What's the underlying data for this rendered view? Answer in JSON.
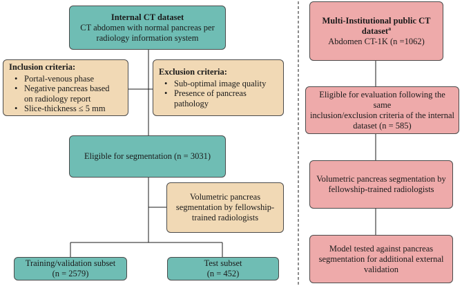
{
  "left": {
    "internal": {
      "title": "Internal CT dataset",
      "lines": [
        "CT abdomen with normal pancreas per",
        "radiology information system"
      ]
    },
    "inclusion": {
      "title": "Inclusion criteria:",
      "items": [
        [
          "Portal-venous phase"
        ],
        [
          "Negative pancreas based",
          "on radiology report"
        ],
        [
          "Slice-thickness ≤ 5 mm"
        ]
      ]
    },
    "exclusion": {
      "title": "Exclusion criteria:",
      "items": [
        [
          "Sub-optimal image quality"
        ],
        [
          "Presence of pancreas",
          "pathology"
        ]
      ]
    },
    "eligible": "Eligible for segmentation (n = 3031)",
    "volumetric": [
      "Volumetric pancreas",
      "segmentation by fellowship-",
      "trained radiologists"
    ],
    "training": [
      "Training/validation subset",
      "(n = 2579)"
    ],
    "test": [
      "Test subset",
      "(n = 452)"
    ]
  },
  "right": {
    "public": {
      "title": "Multi-Institutional public CT dataset",
      "sup": "a",
      "line": "Abdomen CT-1K (n =1062)"
    },
    "eligible_eval": [
      "Eligible for evaluation following the same",
      "inclusion/exclusion criteria of the internal",
      "dataset (n = 585)"
    ],
    "volumetric": [
      "Volumetric pancreas segmentation by",
      "fellowship-trained radiologists"
    ],
    "model": [
      "Model tested against pancreas",
      "segmentation for additional external",
      "validation"
    ]
  },
  "colors": {
    "teal": "#6fbdb4",
    "tan": "#f1d9b5",
    "pink": "#eeaaaa",
    "line": "#1a1a1a"
  }
}
